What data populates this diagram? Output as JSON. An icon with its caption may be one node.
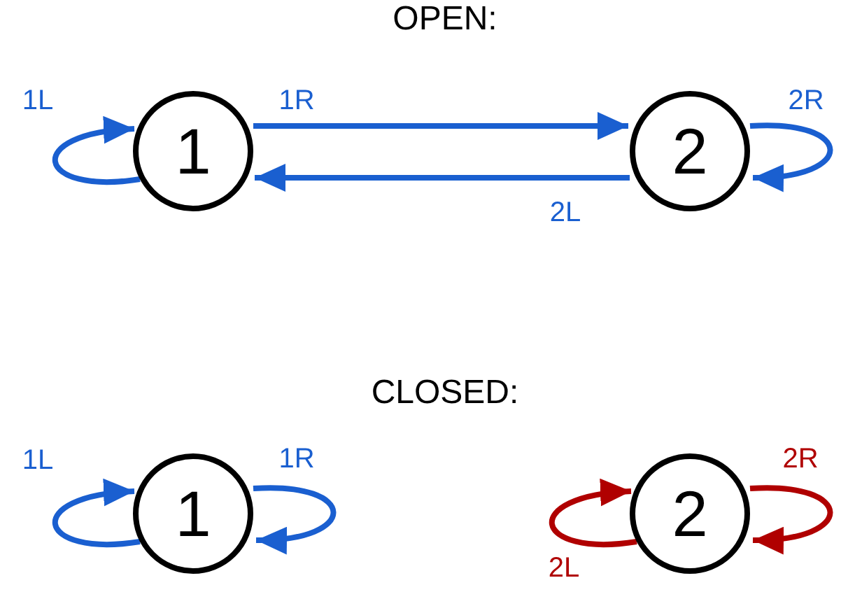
{
  "diagram": {
    "nodes": [
      {
        "text": [
          "1"
        ]
      },
      {
        "text": [
          "2"
        ]
      },
      {
        "text": [
          "1"
        ]
      },
      {
        "text": [
          "2"
        ]
      }
    ],
    "edges": [
      {
        "from": 0,
        "to": 0,
        "arrow": "to",
        "label": "1L"
      },
      {
        "from": 0,
        "to": 1,
        "arrow": "to",
        "label": "1R"
      },
      {
        "from": 1,
        "to": 1,
        "arrow": "to",
        "label": "2R"
      },
      {
        "from": 1,
        "to": 0,
        "arrow": "to",
        "label": "2L"
      },
      {
        "from": 2,
        "to": 2,
        "arrow": "to",
        "label": "1L"
      },
      {
        "from": 2,
        "to": 2,
        "arrow": "to",
        "label": "1R"
      },
      {
        "from": 3,
        "to": 3,
        "arrow": "to",
        "label": "2R",
        "color": "#b00000"
      },
      {
        "from": 3,
        "to": 3,
        "arrow": "to",
        "label": "2L",
        "color": "#b00000"
      }
    ],
    "labels": [
      "OPEN:",
      "CLOSED:"
    ]
  }
}
